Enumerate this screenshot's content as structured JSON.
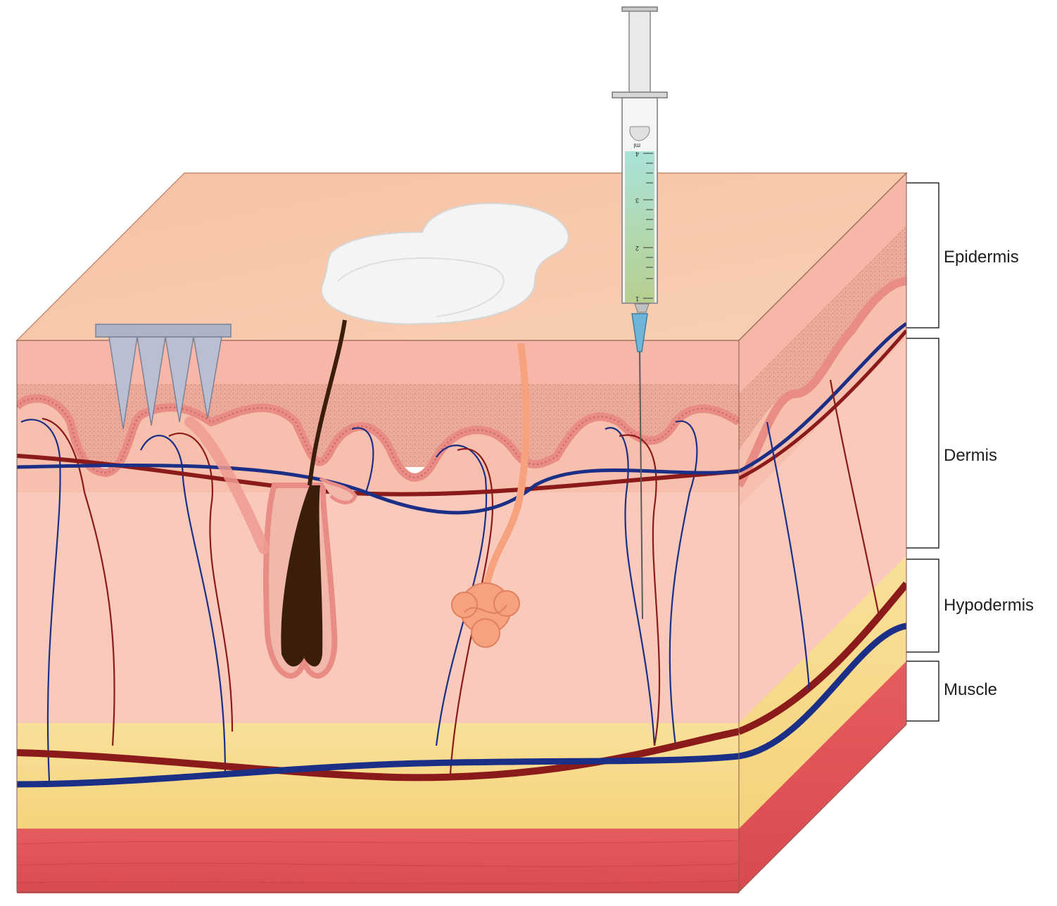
{
  "labels": {
    "epidermis": "Epidermis",
    "dermis": "Dermis",
    "hypodermis": "Hypodermis",
    "muscle": "Muscle"
  },
  "syringe": {
    "scale_unit": "ml",
    "scale_marks": [
      "1",
      "2",
      "3",
      "4"
    ]
  },
  "colors": {
    "epidermis_surface": "#f7c6a8",
    "epidermis_front": "#f4b9a3",
    "basal_stipple": "#e2a092",
    "dermis": "#f8cbbd",
    "hypodermis": "#f8dd8f",
    "muscle": "#e2555a",
    "artery": "#8b1a1a",
    "vein": "#1c2f86",
    "hair": "#3b1d0c",
    "sweat_gland": "#f6a27e",
    "patch": "#f4f4f4",
    "microneedle": "#b9bfd0",
    "syringe_fluid": "#a8d8a8",
    "needle_hub": "#6fb5d8"
  }
}
